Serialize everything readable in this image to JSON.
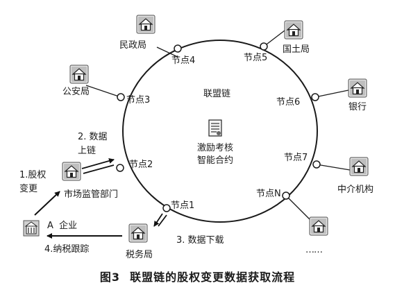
{
  "diagram": {
    "center_label": "联盟链",
    "contract_label_line1": "激励考核",
    "contract_label_line2": "智能合约",
    "nodes": {
      "n1": "节点1",
      "n2": "节点2",
      "n3": "节点3",
      "n4": "节点4",
      "n5": "节点5",
      "n6": "节点6",
      "n7": "节点7",
      "nN": "节点N"
    },
    "institutions": {
      "civil_affairs": "民政局",
      "land": "国土局",
      "police": "公安局",
      "bank": "银行",
      "intermediary": "中介机构",
      "market_supervision": "市场监管部门",
      "tax": "税务局",
      "ellipsis": "……"
    },
    "enterprise": "A  企业",
    "steps": {
      "step1_line1": "1.股权",
      "step1_line2": "变更",
      "step2_line1": "2. 数据",
      "step2_line2": "上链",
      "step3": "3. 数据下载",
      "step4": "4.纳税跟踪"
    },
    "caption_number": "图3",
    "caption_title": "联盟链的股权变更数据获取流程"
  }
}
